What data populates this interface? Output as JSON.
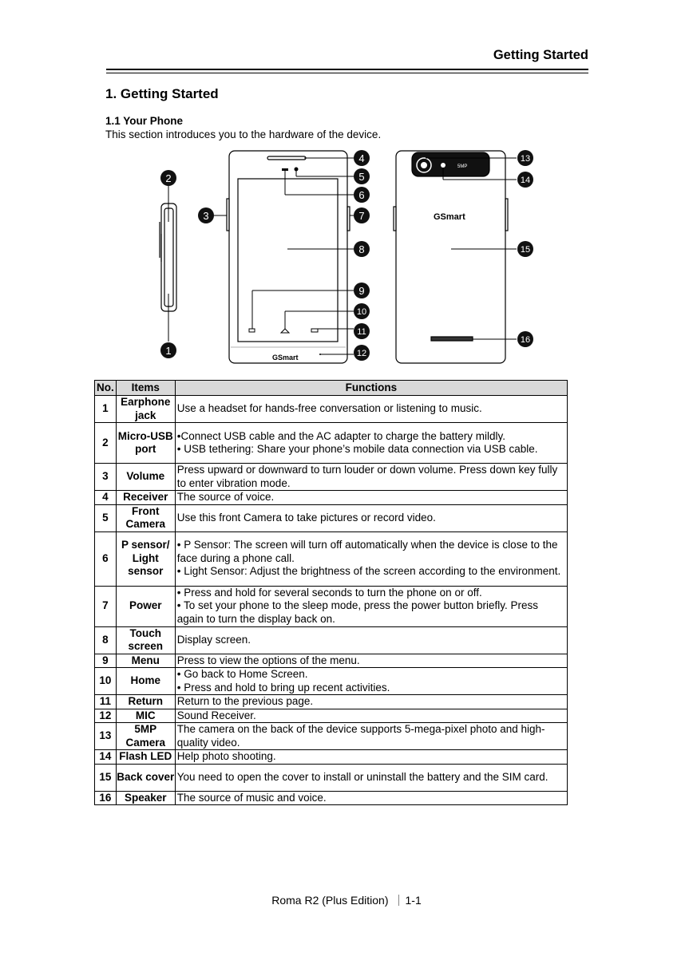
{
  "header": {
    "running_title": "Getting Started"
  },
  "section": {
    "title": "1. Getting Started",
    "subtitle": "1.1 Your Phone",
    "intro": "This section introduces you to the hardware of the device."
  },
  "figure": {
    "front_logo": "GSmart",
    "back_logo": "GSmart",
    "camera_label": "5MP",
    "callouts": [
      "1",
      "2",
      "3",
      "4",
      "5",
      "6",
      "7",
      "8",
      "9",
      "10",
      "11",
      "12",
      "13",
      "14",
      "15",
      "16"
    ]
  },
  "table": {
    "headers": [
      "No.",
      "Items",
      "Functions"
    ],
    "rows": [
      {
        "no": "1",
        "item": "Earphone jack",
        "functions": [
          "Use a headset for hands-free conversation or listening to music."
        ]
      },
      {
        "no": "2",
        "item": "Micro-USB port",
        "functions": [
          "•Connect USB cable and the AC adapter to charge the battery mildly.",
          "• USB tethering: Share your phone’s mobile data connection via USB cable."
        ]
      },
      {
        "no": "3",
        "item": "Volume",
        "functions": [
          "Press upward or downward to turn louder or down volume. Press down key fully to enter vibration mode."
        ]
      },
      {
        "no": "4",
        "item": "Receiver",
        "functions": [
          "The source of voice."
        ]
      },
      {
        "no": "5",
        "item": "Front Camera",
        "functions": [
          "Use this front Camera to take pictures or record video."
        ]
      },
      {
        "no": "6",
        "item": "P sensor/ Light sensor",
        "functions": [
          "• P Sensor: The screen will turn off automatically when the device is close to the face during a phone call.",
          "• Light Sensor: Adjust the brightness of the screen according to the environment."
        ]
      },
      {
        "no": "7",
        "item": "Power",
        "functions": [
          "• Press and hold for several seconds to turn the phone on or off.",
          "• To set your phone to the sleep mode, press the power button briefly. Press again to turn the display back on."
        ]
      },
      {
        "no": "8",
        "item": "Touch screen",
        "functions": [
          "Display screen."
        ]
      },
      {
        "no": "9",
        "item": "Menu",
        "functions": [
          "Press to view the options of the menu."
        ]
      },
      {
        "no": "10",
        "item": "Home",
        "functions": [
          "• Go back to Home Screen.",
          "• Press and hold to bring up recent activities."
        ]
      },
      {
        "no": "11",
        "item": "Return",
        "functions": [
          "Return to the previous page."
        ]
      },
      {
        "no": "12",
        "item": "MIC",
        "functions": [
          "Sound Receiver."
        ]
      },
      {
        "no": "13",
        "item": "5MP Camera",
        "functions": [
          "The camera on the back of the device supports 5-mega-pixel photo and high-quality video."
        ]
      },
      {
        "no": "14",
        "item": "Flash LED",
        "functions": [
          "Help photo shooting."
        ]
      },
      {
        "no": "15",
        "item": "Back cover",
        "functions": [
          "You need to open the cover to install or uninstall the battery and the SIM card."
        ]
      },
      {
        "no": "16",
        "item": "Speaker",
        "functions": [
          "The source of music and voice."
        ]
      }
    ]
  },
  "footer": {
    "product": "Roma R2 (Plus Edition)",
    "page": "1-1"
  }
}
